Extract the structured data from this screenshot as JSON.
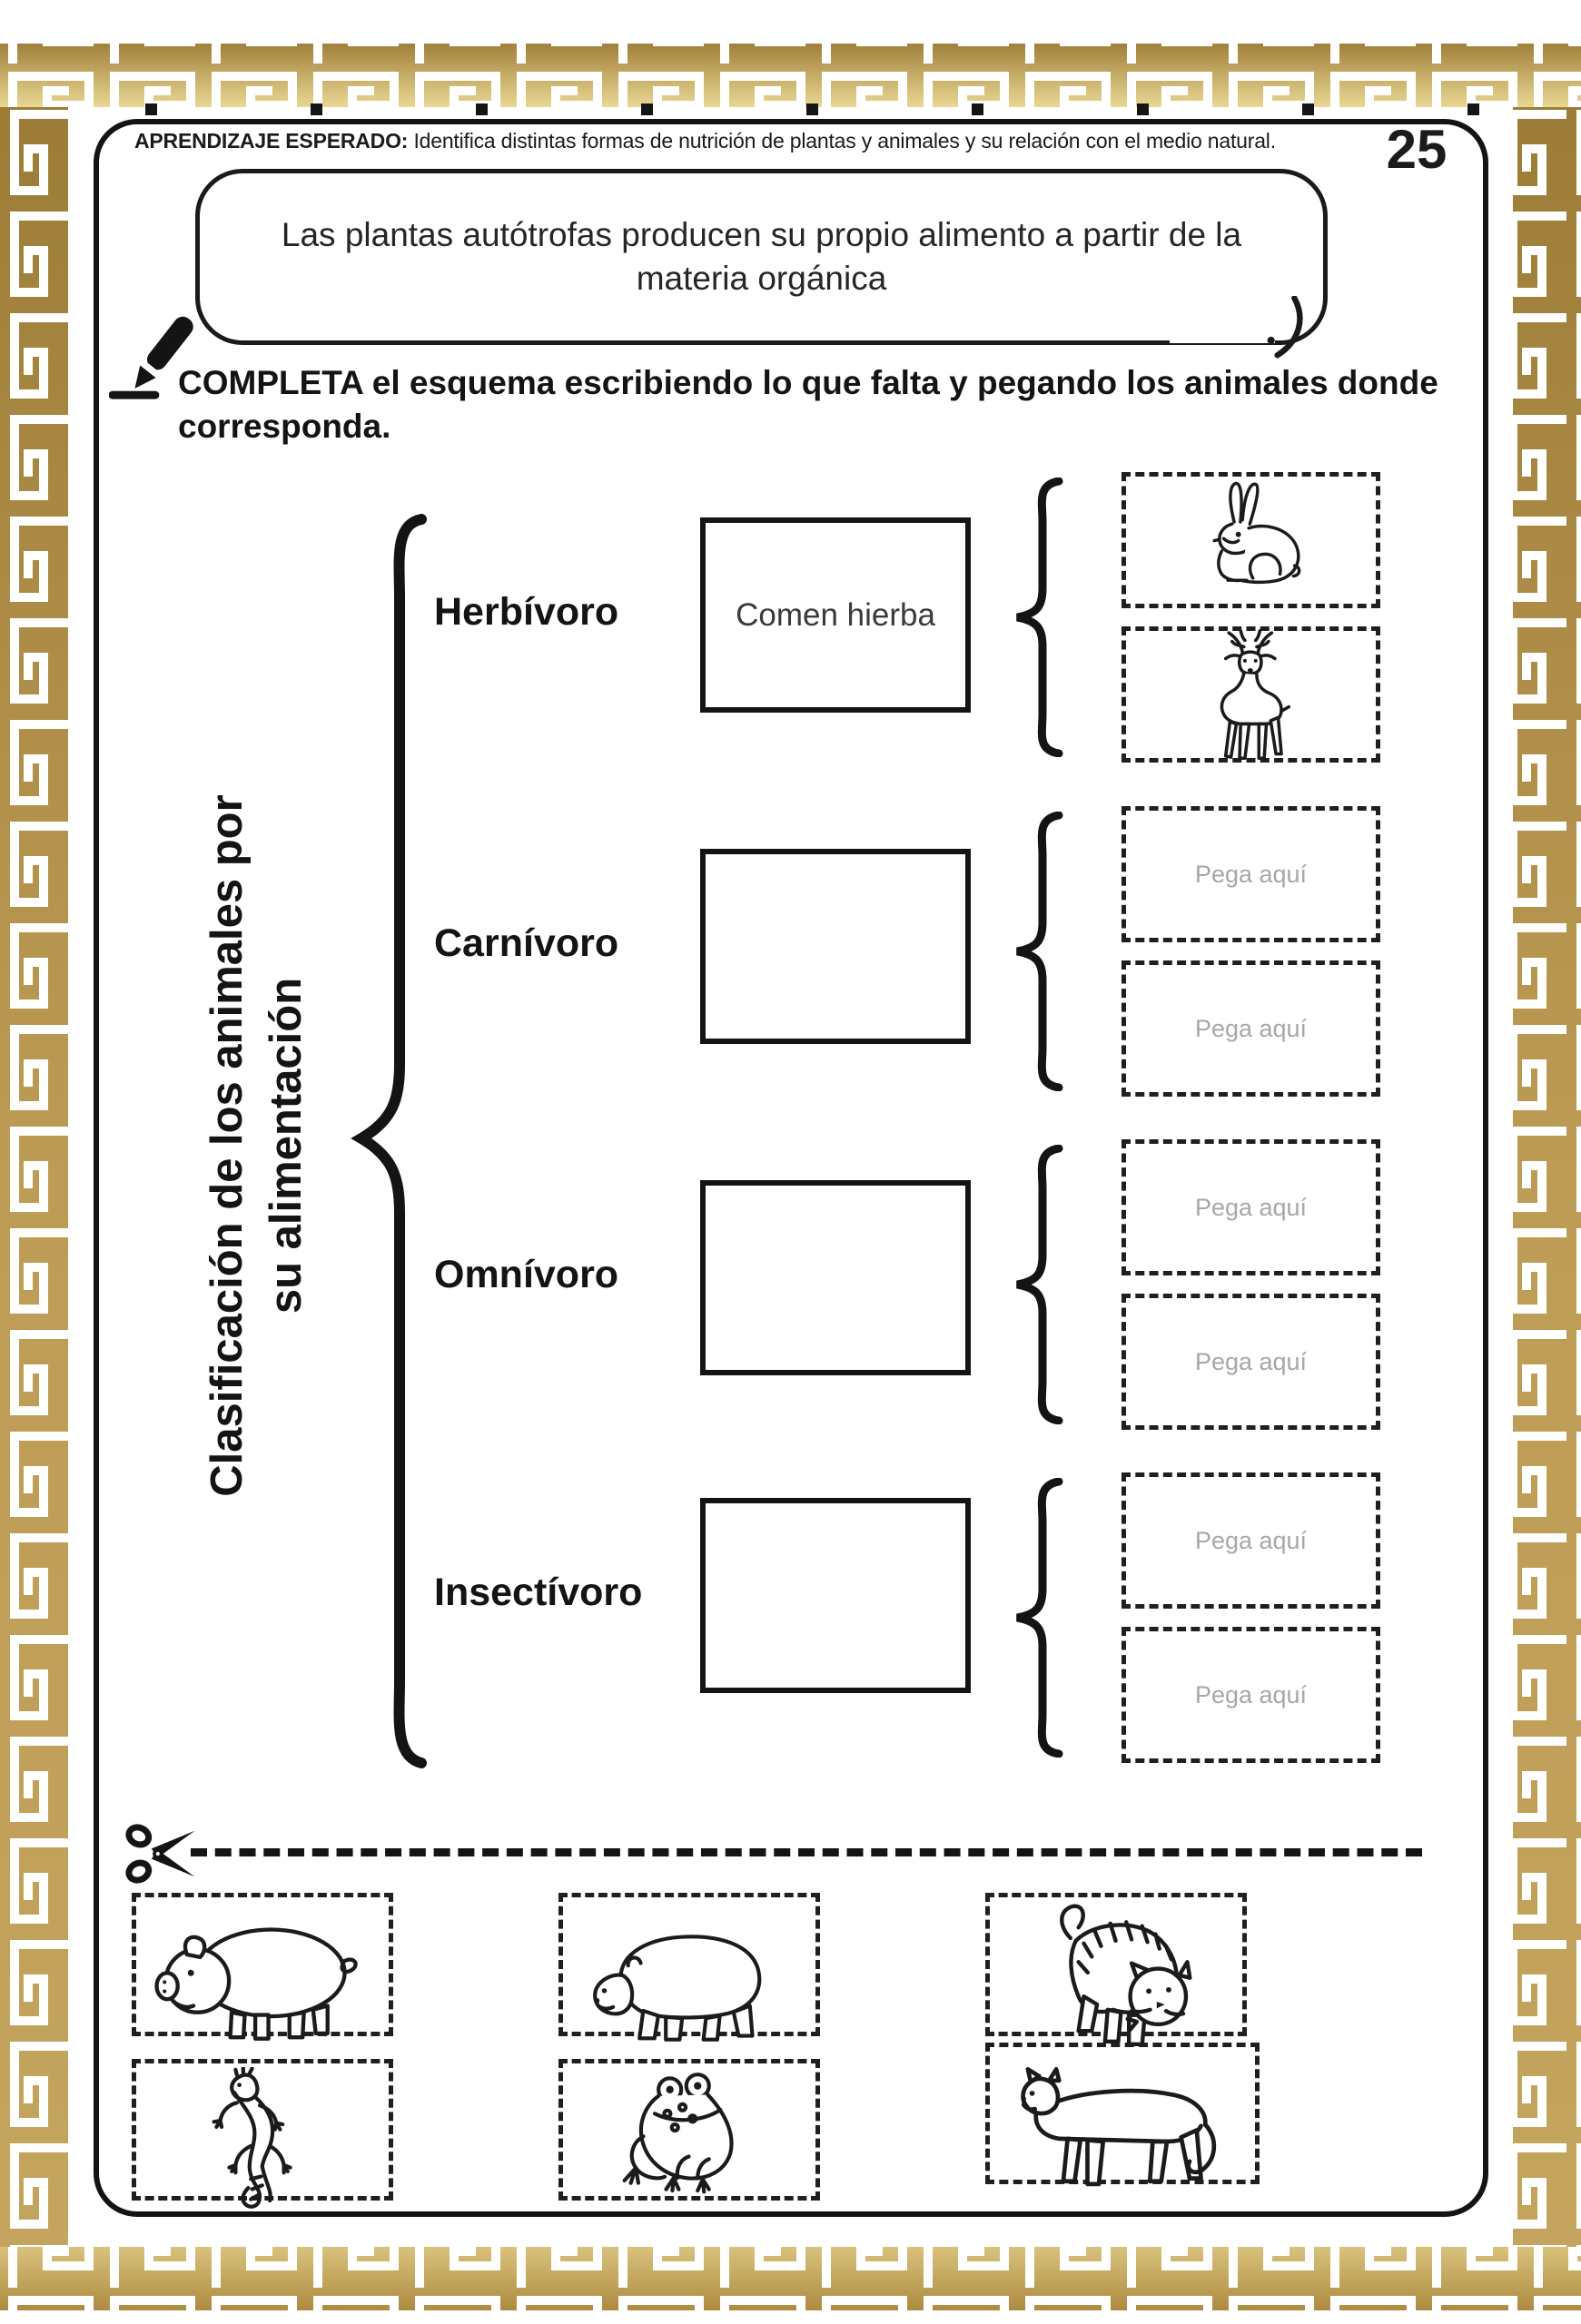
{
  "page": {
    "number": "25"
  },
  "header": {
    "label": "APRENDIZAJE ESPERADO:",
    "text": " Identifica distintas formas de nutrición de plantas y animales y su relación con el medio natural."
  },
  "speech_bubble": {
    "line1": "Las plantas autótrofas producen su propio alimento a partir de la",
    "line2": "materia orgánica"
  },
  "instruction": {
    "line1": "COMPLETA el esquema escribiendo lo que falta y pegando los animales donde",
    "line2": "corresponda."
  },
  "diagram": {
    "title_line1": "Clasificación de los animales por",
    "title_line2": "su alimentación",
    "rows": [
      {
        "label": "Herbívoro",
        "box_text": "Comen hierba",
        "slots": [
          {
            "icon": "rabbit"
          },
          {
            "icon": "deer"
          }
        ]
      },
      {
        "label": "Carnívoro",
        "box_text": "",
        "slots": [
          {
            "text": "Pega aquí"
          },
          {
            "text": "Pega aquí"
          }
        ]
      },
      {
        "label": "Omnívoro",
        "box_text": "",
        "slots": [
          {
            "text": "Pega aquí"
          },
          {
            "text": "Pega aquí"
          }
        ]
      },
      {
        "label": "Insectívoro",
        "box_text": "",
        "slots": [
          {
            "text": "Pega aquí"
          },
          {
            "text": "Pega aquí"
          }
        ]
      }
    ]
  },
  "cutouts": {
    "row1": [
      {
        "icon": "pig"
      },
      {
        "icon": "bear"
      },
      {
        "icon": "tiger"
      }
    ],
    "row2": [
      {
        "icon": "lizard"
      },
      {
        "icon": "frog"
      },
      {
        "icon": "puma"
      }
    ]
  },
  "icons": {
    "pencil": "pencil-icon",
    "scissors": "scissors-icon"
  },
  "colors": {
    "gold": "#b3914a",
    "gold_light": "#e9d793",
    "text": "#161616",
    "placeholder": "#a7a7a7"
  }
}
